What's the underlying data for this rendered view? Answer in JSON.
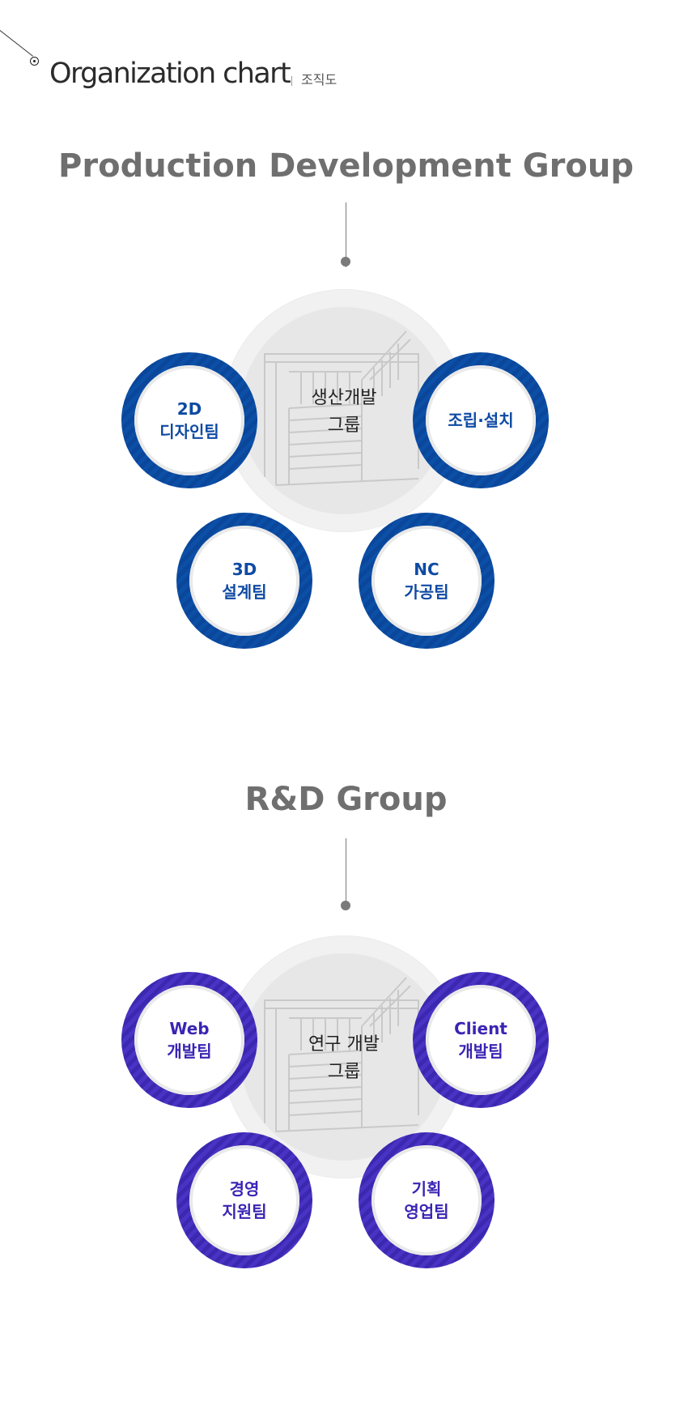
{
  "header": {
    "title": "Organization chart",
    "subtitle": "조직도"
  },
  "groups": [
    {
      "title": "Production Development Group",
      "center_line1": "생산개발",
      "center_line2": "그룹",
      "teams": [
        {
          "line1": "2D",
          "line2": "디자인팀"
        },
        {
          "line1": "조립·설치",
          "line2": ""
        },
        {
          "line1": "3D",
          "line2": "설계팀"
        },
        {
          "line1": "NC",
          "line2": "가공팀"
        }
      ],
      "ring_color": "#0c4fa7"
    },
    {
      "title": "R&D Group",
      "center_line1": "연구 개발",
      "center_line2": "그룹",
      "teams": [
        {
          "line1": "Web",
          "line2": "개발팀"
        },
        {
          "line1": "Client",
          "line2": "개발팀"
        },
        {
          "line1": "경영",
          "line2": "지원팀"
        },
        {
          "line1": "기획",
          "line2": "영업팀"
        }
      ],
      "ring_color": "#4a33c4"
    }
  ]
}
